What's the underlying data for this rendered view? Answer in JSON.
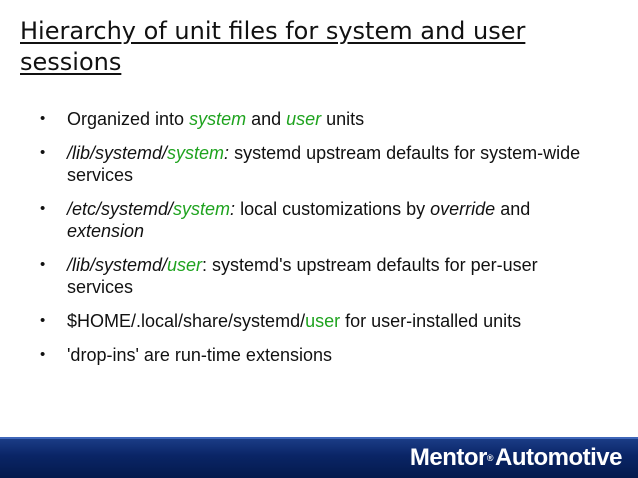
{
  "title": "Hierarchy of unit files for system and user sessions",
  "bullets": [
    [
      {
        "t": "Organized into "
      },
      {
        "t": "system",
        "c": "hl it"
      },
      {
        "t": " and "
      },
      {
        "t": "user",
        "c": "hl it"
      },
      {
        "t": " units"
      }
    ],
    [
      {
        "t": "/lib/systemd/",
        "c": "it"
      },
      {
        "t": "system",
        "c": "hl it"
      },
      {
        "t": ":",
        "c": "it"
      },
      {
        "t": " systemd upstream defaults for system-wide services"
      }
    ],
    [
      {
        "t": "/etc/systemd/",
        "c": "it"
      },
      {
        "t": "system",
        "c": "hl it"
      },
      {
        "t": ":",
        "c": "it"
      },
      {
        "t": " local customizations by "
      },
      {
        "t": "override",
        "c": "it"
      },
      {
        "t": " and "
      },
      {
        "t": "extension",
        "c": "it"
      }
    ],
    [
      {
        "t": "/lib/systemd/",
        "c": "it"
      },
      {
        "t": "user",
        "c": "hl it"
      },
      {
        "t": ": systemd's upstream defaults for per-user services"
      }
    ],
    [
      {
        "t": "$HOME/.local/share/systemd/"
      },
      {
        "t": "user",
        "c": "hl"
      },
      {
        "t": " for user-installed units"
      }
    ],
    [
      {
        "t": "'drop-ins' are run-time extensions"
      }
    ]
  ],
  "footer": {
    "logo_text": "Mentor",
    "logo_reg": "®",
    "logo_suffix": "Automotive"
  },
  "colors": {
    "accent_green": "#1fa31f",
    "footer_blue": "#0a2566"
  }
}
